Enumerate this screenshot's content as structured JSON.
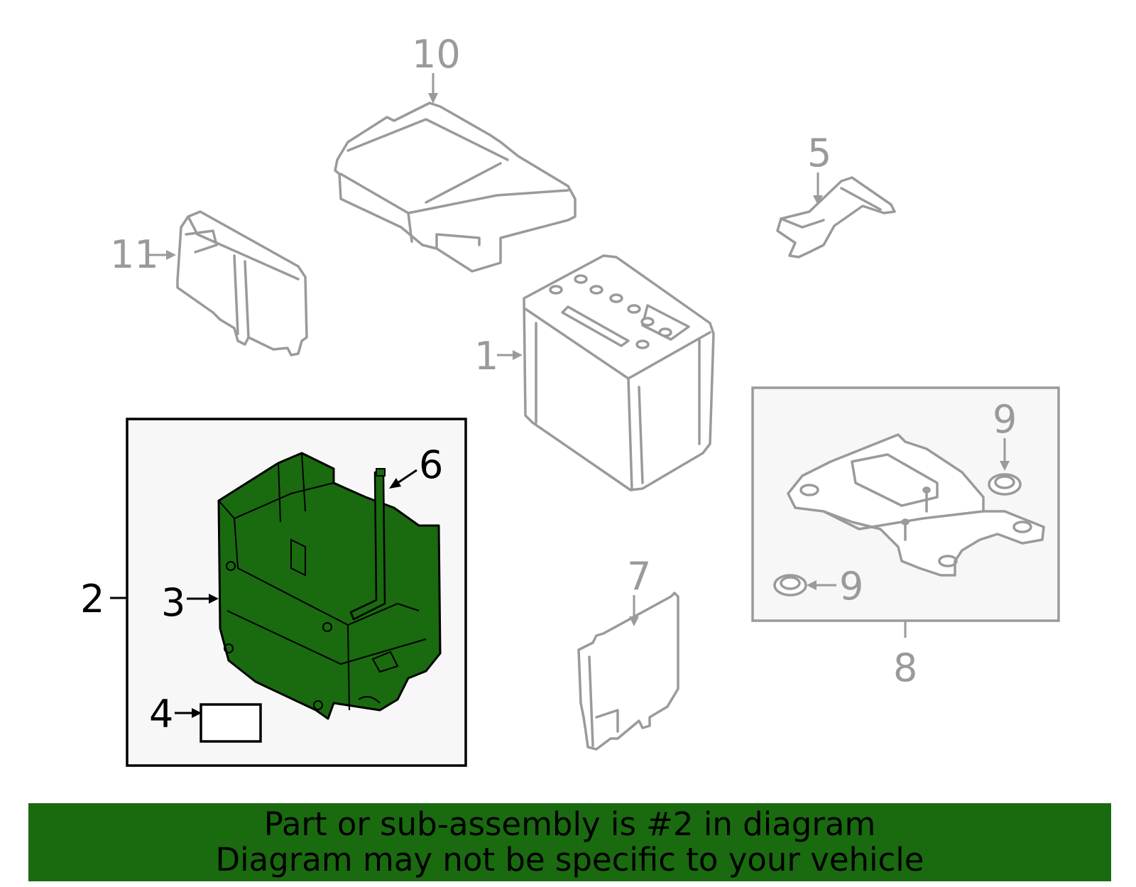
{
  "callouts": {
    "c1": "1",
    "c2": "2",
    "c3": "3",
    "c4": "4",
    "c5": "5",
    "c6": "6",
    "c7": "7",
    "c8": "8",
    "c9a": "9",
    "c9b": "9",
    "c10": "10",
    "c11": "11"
  },
  "banner": {
    "line1": "Part or sub-assembly is #2 in diagram",
    "line2": "Diagram may not be specific to your vehicle"
  },
  "colors": {
    "highlight": "#1a6a10",
    "inactive_part": "#9a9a9a",
    "group_box_bg": "#f7f7f7"
  }
}
